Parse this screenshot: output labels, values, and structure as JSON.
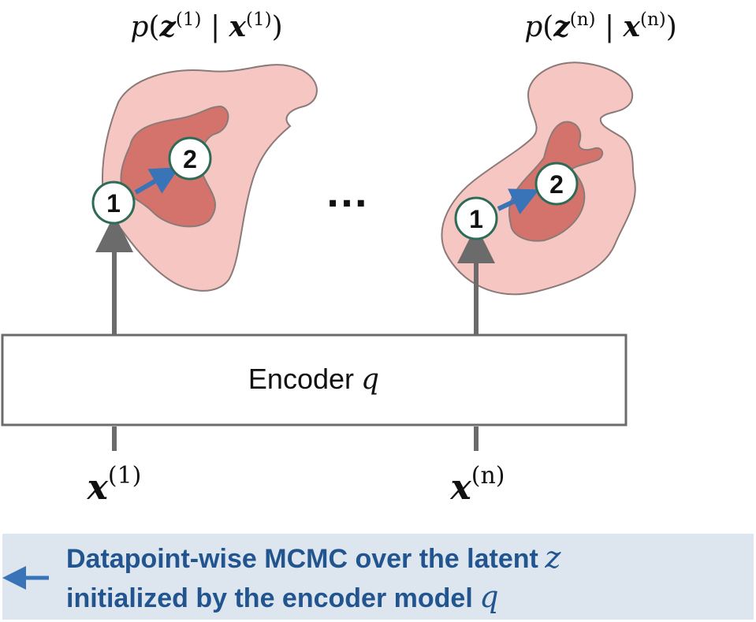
{
  "posteriors": [
    {
      "p": "p",
      "open": "(",
      "z": "z",
      "sup": "(1)",
      "bar": " | ",
      "x": "x",
      "close": ")"
    },
    {
      "p": "p",
      "open": "(",
      "z": "z",
      "sup": "(n)",
      "bar": " | ",
      "x": "x",
      "close": ")"
    }
  ],
  "steps": {
    "first": "1",
    "second": "2"
  },
  "ellipsis": "…",
  "encoder": {
    "label": "Encoder",
    "symbol": "q"
  },
  "inputs": [
    {
      "x": "x",
      "sup": "(1)"
    },
    {
      "x": "x",
      "sup": "(n)"
    }
  ],
  "legend": {
    "line1_text": "Datapoint-wise MCMC over the latent",
    "line1_symbol": "z",
    "line2_text": "initialized by the encoder model",
    "line2_symbol": "q"
  },
  "colors": {
    "outer_blob": "#f6c6c2",
    "inner_blob": "#d4736b",
    "blob_stroke": "#8a7a78",
    "node_stroke": "#2e6b57",
    "arrow_blue": "#3a74b8",
    "arrow_gray": "#6b6b6b",
    "legend_bg": "#dde6ef",
    "legend_text": "#22558f"
  }
}
